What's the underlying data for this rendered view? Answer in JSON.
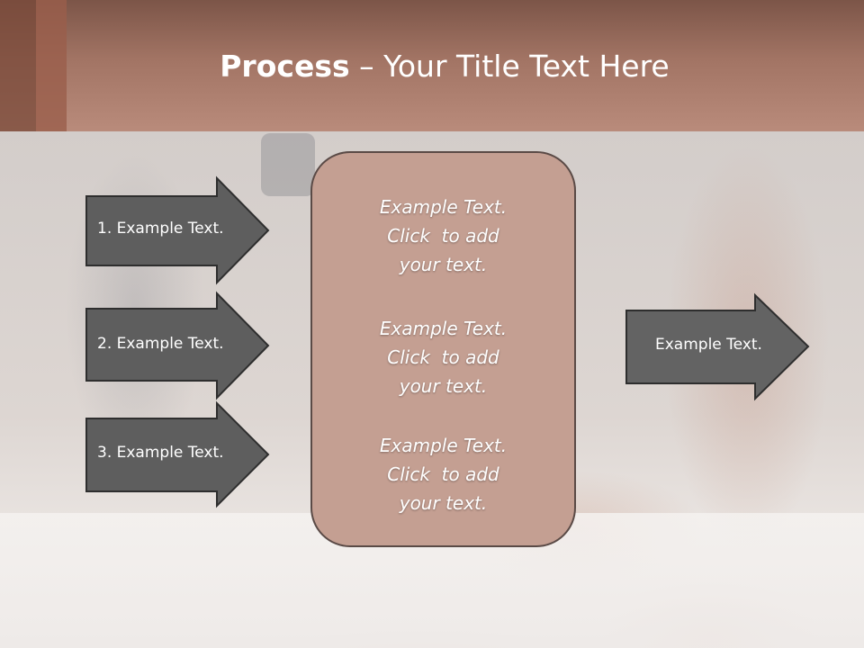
{
  "title": {
    "bold": "Process",
    "rest": " – Your Title Text Here"
  },
  "left_arrows": [
    {
      "label": "1. Example Text."
    },
    {
      "label": "2. Example Text."
    },
    {
      "label": "3. Example Text."
    }
  ],
  "center_blocks": [
    {
      "lines": [
        "Example Text.",
        "Click  to add",
        "your text."
      ]
    },
    {
      "lines": [
        "Example Text.",
        "Click  to add",
        "your text."
      ]
    },
    {
      "lines": [
        "Example Text.",
        "Click  to add",
        "your text."
      ]
    }
  ],
  "right_arrow": {
    "label": "Example Text."
  },
  "colors": {
    "arrow_fill": "#5e5e5e",
    "arrow_stroke": "#2e2e2e",
    "center_box": "#c49f92",
    "title_band": "#b07e6e"
  }
}
